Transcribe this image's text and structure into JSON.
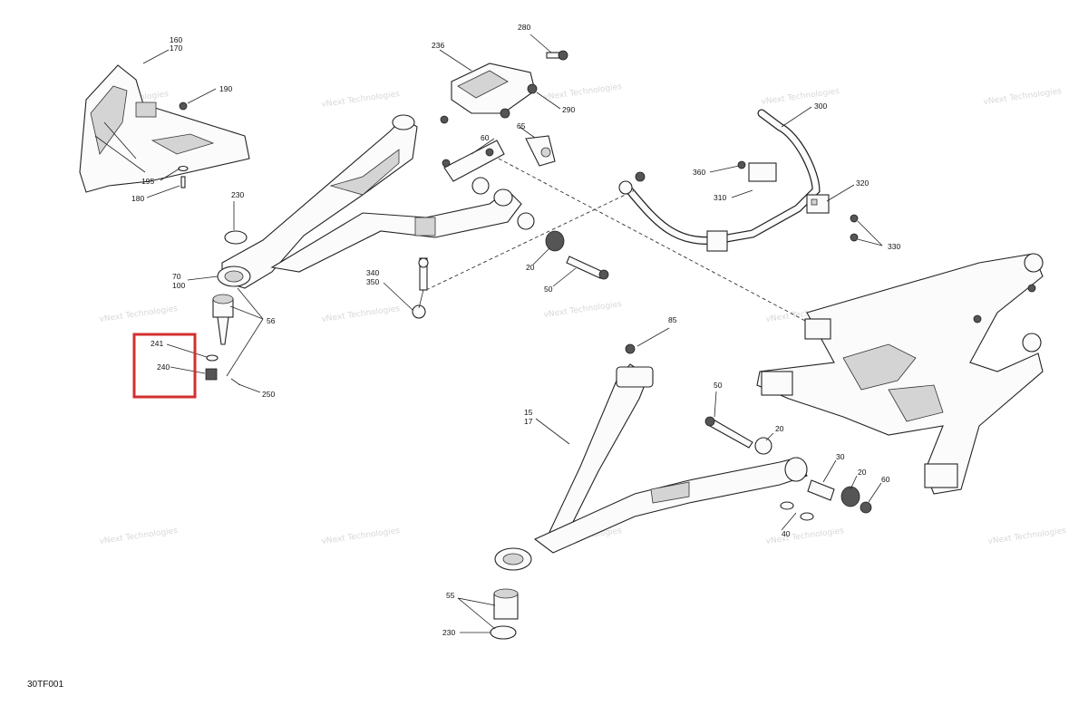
{
  "diagram_code": "30TF001",
  "watermark": {
    "line1": "vNext",
    "line2": "Technologies",
    "single": "vNext Technologies"
  },
  "callouts": {
    "c160": "160",
    "c170": "170",
    "c190": "190",
    "c195": "195",
    "c180": "180",
    "c236": "236",
    "c280": "280",
    "c290": "290",
    "c60a": "60",
    "c65": "65",
    "c300": "300",
    "c360": "360",
    "c310": "310",
    "c320": "320",
    "c330": "330",
    "c230a": "230",
    "c70": "70",
    "c100": "100",
    "c56": "56",
    "c241": "241",
    "c240": "240",
    "c250": "250",
    "c340": "340",
    "c350": "350",
    "c20a": "20",
    "c50a": "50",
    "c85": "85",
    "c15": "15",
    "c17": "17",
    "c50b": "50",
    "c20b": "20",
    "c30": "30",
    "c20c": "20",
    "c60b": "60",
    "c40": "40",
    "c55": "55",
    "c230b": "230"
  },
  "highlight_color": "#d32f2f"
}
